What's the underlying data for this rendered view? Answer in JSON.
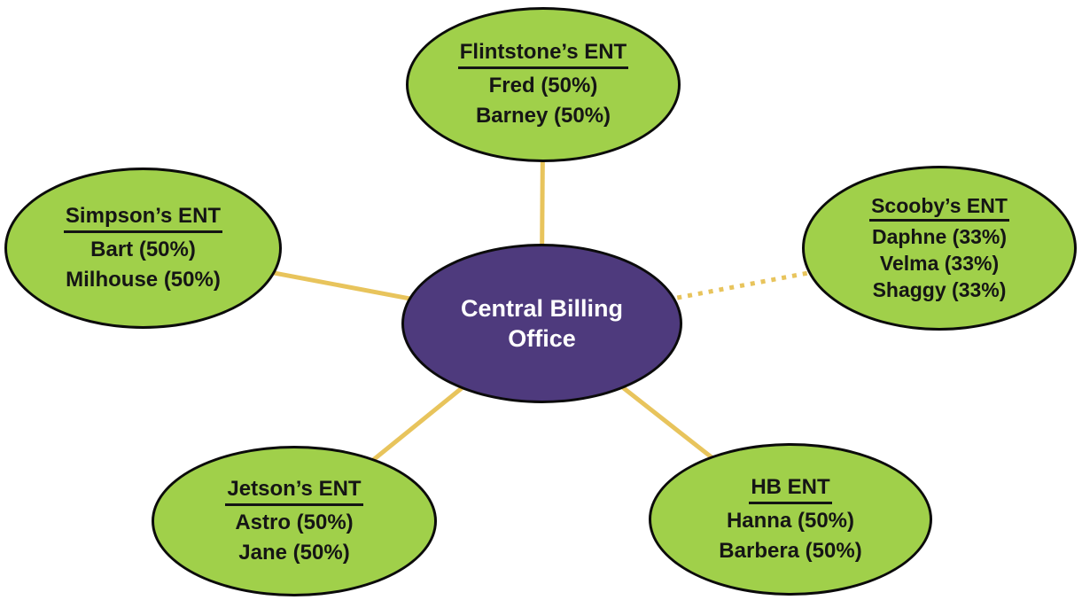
{
  "diagram": {
    "center": {
      "label": "Central Billing Office"
    },
    "nodes": [
      {
        "id": "flintstones",
        "title": "Flintstone’s ENT",
        "members": [
          "Fred (50%)",
          "Barney (50%)"
        ],
        "connector_style": "solid"
      },
      {
        "id": "simpsons",
        "title": "Simpson’s ENT",
        "members": [
          "Bart (50%)",
          "Milhouse (50%)"
        ],
        "connector_style": "solid"
      },
      {
        "id": "scoobys",
        "title": "Scooby’s ENT",
        "members": [
          "Daphne (33%)",
          "Velma (33%)",
          "Shaggy (33%)"
        ],
        "connector_style": "dotted"
      },
      {
        "id": "jetsons",
        "title": "Jetson’s ENT",
        "members": [
          "Astro (50%)",
          "Jane (50%)"
        ],
        "connector_style": "solid"
      },
      {
        "id": "hb",
        "title": "HB ENT",
        "members": [
          "Hanna (50%)",
          "Barbera (50%)"
        ],
        "connector_style": "solid"
      }
    ],
    "colors": {
      "practice_fill": "#A0D04A",
      "center_fill": "#4E3A7D",
      "connector": "#E8C45C",
      "outline": "#0B0B0B",
      "center_text": "#FFFFFF",
      "node_text": "#151515"
    }
  }
}
